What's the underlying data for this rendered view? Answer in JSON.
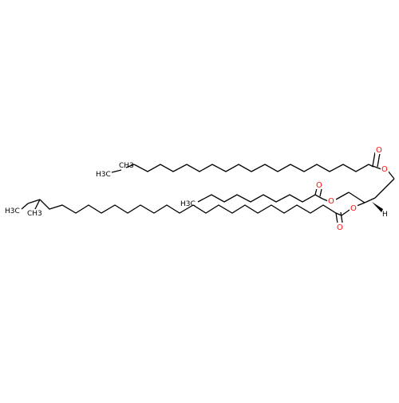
{
  "molecule": {
    "colors": {
      "bond": "#000000",
      "oxygen": "#ff0d0d",
      "text": "#000000"
    },
    "atom_labels": {
      "o_ester_top": "O",
      "o_carbonyl_top": "O",
      "o_ester_mid": "O",
      "o_carbonyl_mid": "O",
      "o_ester_bottom": "O",
      "o_carbonyl_bottom": "O",
      "h_stereo": "H",
      "ch3_top_tail": "H3C",
      "ch3_top_branch": "CH3",
      "ch3_mid_tail": "H3C",
      "ch3_bottom_tail": "H3C",
      "ch3_bottom_branch": "CH3"
    }
  }
}
